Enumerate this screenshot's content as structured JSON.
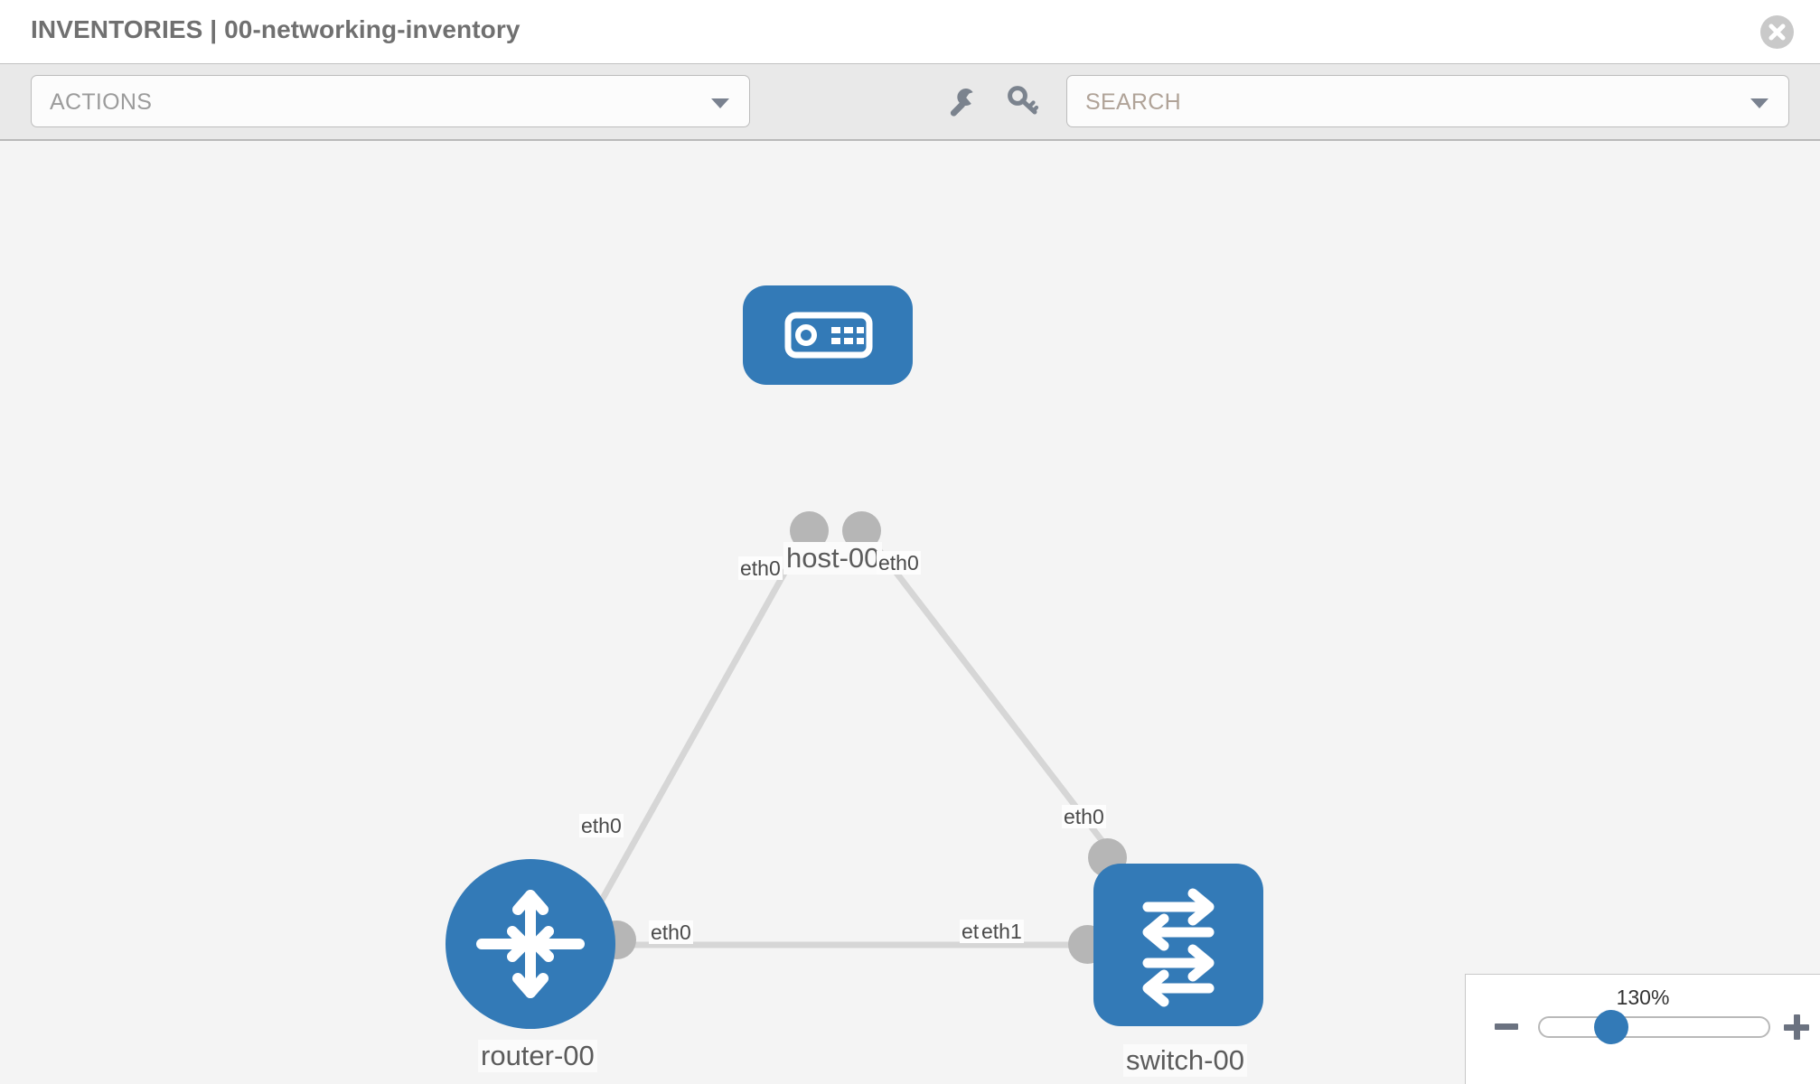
{
  "header": {
    "title": "INVENTORIES | 00-networking-inventory",
    "close_icon": "close-icon"
  },
  "toolbar": {
    "actions_label": "ACTIONS",
    "actions_caret_icon": "chevron-down-icon",
    "wrench_icon": "wrench-icon",
    "key_icon": "key-icon",
    "search_placeholder": "SEARCH",
    "search_caret_icon": "chevron-down-icon"
  },
  "topology": {
    "accent_color": "#337ab7",
    "port_color": "#b6b6b6",
    "link_color": "#d6d6d6",
    "canvas_color": "#f4f4f4",
    "nodes": [
      {
        "id": "host-00",
        "label": "host-00",
        "type": "host",
        "icon": "server-icon",
        "shape": "rounded-rect"
      },
      {
        "id": "router-00",
        "label": "router-00",
        "type": "router",
        "icon": "router-arrows-icon",
        "shape": "circle"
      },
      {
        "id": "switch-00",
        "label": "switch-00",
        "type": "switch",
        "icon": "switch-arrows-icon",
        "shape": "rounded-square"
      }
    ],
    "interfaces": {
      "host_left": "eth0",
      "host_right": "eth0",
      "router_up": "eth0",
      "router_right": "eth0",
      "switch_up": "eth0",
      "switch_left_hidden": "eth0",
      "switch_left": "eth1"
    },
    "links": [
      {
        "from": "host-00",
        "from_iface": "eth0",
        "to": "router-00",
        "to_iface": "eth0"
      },
      {
        "from": "host-00",
        "from_iface": "eth0",
        "to": "switch-00",
        "to_iface": "eth0"
      },
      {
        "from": "router-00",
        "from_iface": "eth0",
        "to": "switch-00",
        "to_iface": "eth1"
      }
    ]
  },
  "zoom": {
    "percent": "130%",
    "minus_icon": "minus-icon",
    "plus_icon": "plus-icon",
    "handle_icon": "slider-handle"
  }
}
